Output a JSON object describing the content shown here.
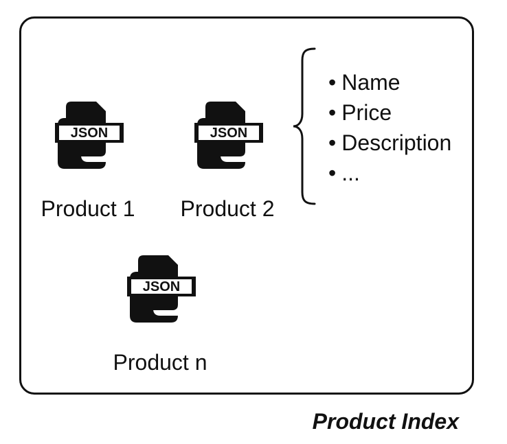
{
  "products": [
    {
      "label": "Product 1",
      "icon": "json-file-stack-icon",
      "badge": "JSON"
    },
    {
      "label": "Product 2",
      "icon": "json-file-stack-icon",
      "badge": "JSON"
    },
    {
      "label": "Product n",
      "icon": "json-file-stack-icon",
      "badge": "JSON"
    }
  ],
  "fields": [
    "Name",
    "Price",
    "Description",
    "..."
  ],
  "caption": "Product Index",
  "colors": {
    "ink": "#111111",
    "background": "#ffffff"
  }
}
